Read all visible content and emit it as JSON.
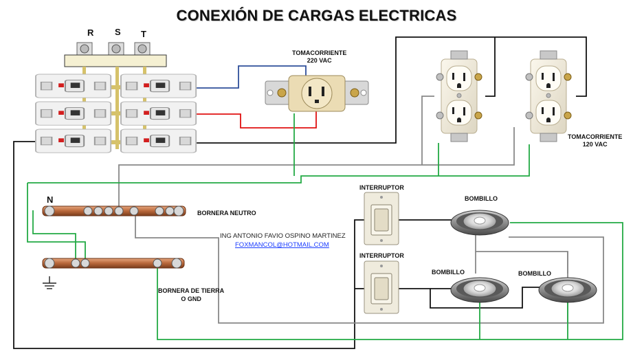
{
  "title": "CONEXIÓN DE CARGAS ELECTRICAS",
  "phases": {
    "r": "R",
    "s": "S",
    "t": "T"
  },
  "neutral_label": "N",
  "labels": {
    "outlet_220": "TOMACORRIENTE\n220 VAC",
    "outlet_120": "TOMACORRIENTE\n120 VAC",
    "switch_1": "INTERRUPTOR",
    "switch_2": "INTERRUPTOR",
    "bulb_1": "BOMBILLO",
    "bulb_2": "BOMBILLO",
    "bulb_3": "BOMBILLO",
    "neutral_bar": "BORNERA NEUTRO",
    "ground_bar": "BORNERA DE TIERRA\nO GND"
  },
  "credit": {
    "author": "ING ANTONIO FAVIO OSPINO MARTINEZ",
    "email": "FOXMANCOL@HOTMAIL.COM"
  },
  "colors": {
    "phase_blue": "#2f4f9a",
    "phase_red": "#e01010",
    "black": "#111111",
    "ground": "#22aa44",
    "neutral": "#888888"
  }
}
